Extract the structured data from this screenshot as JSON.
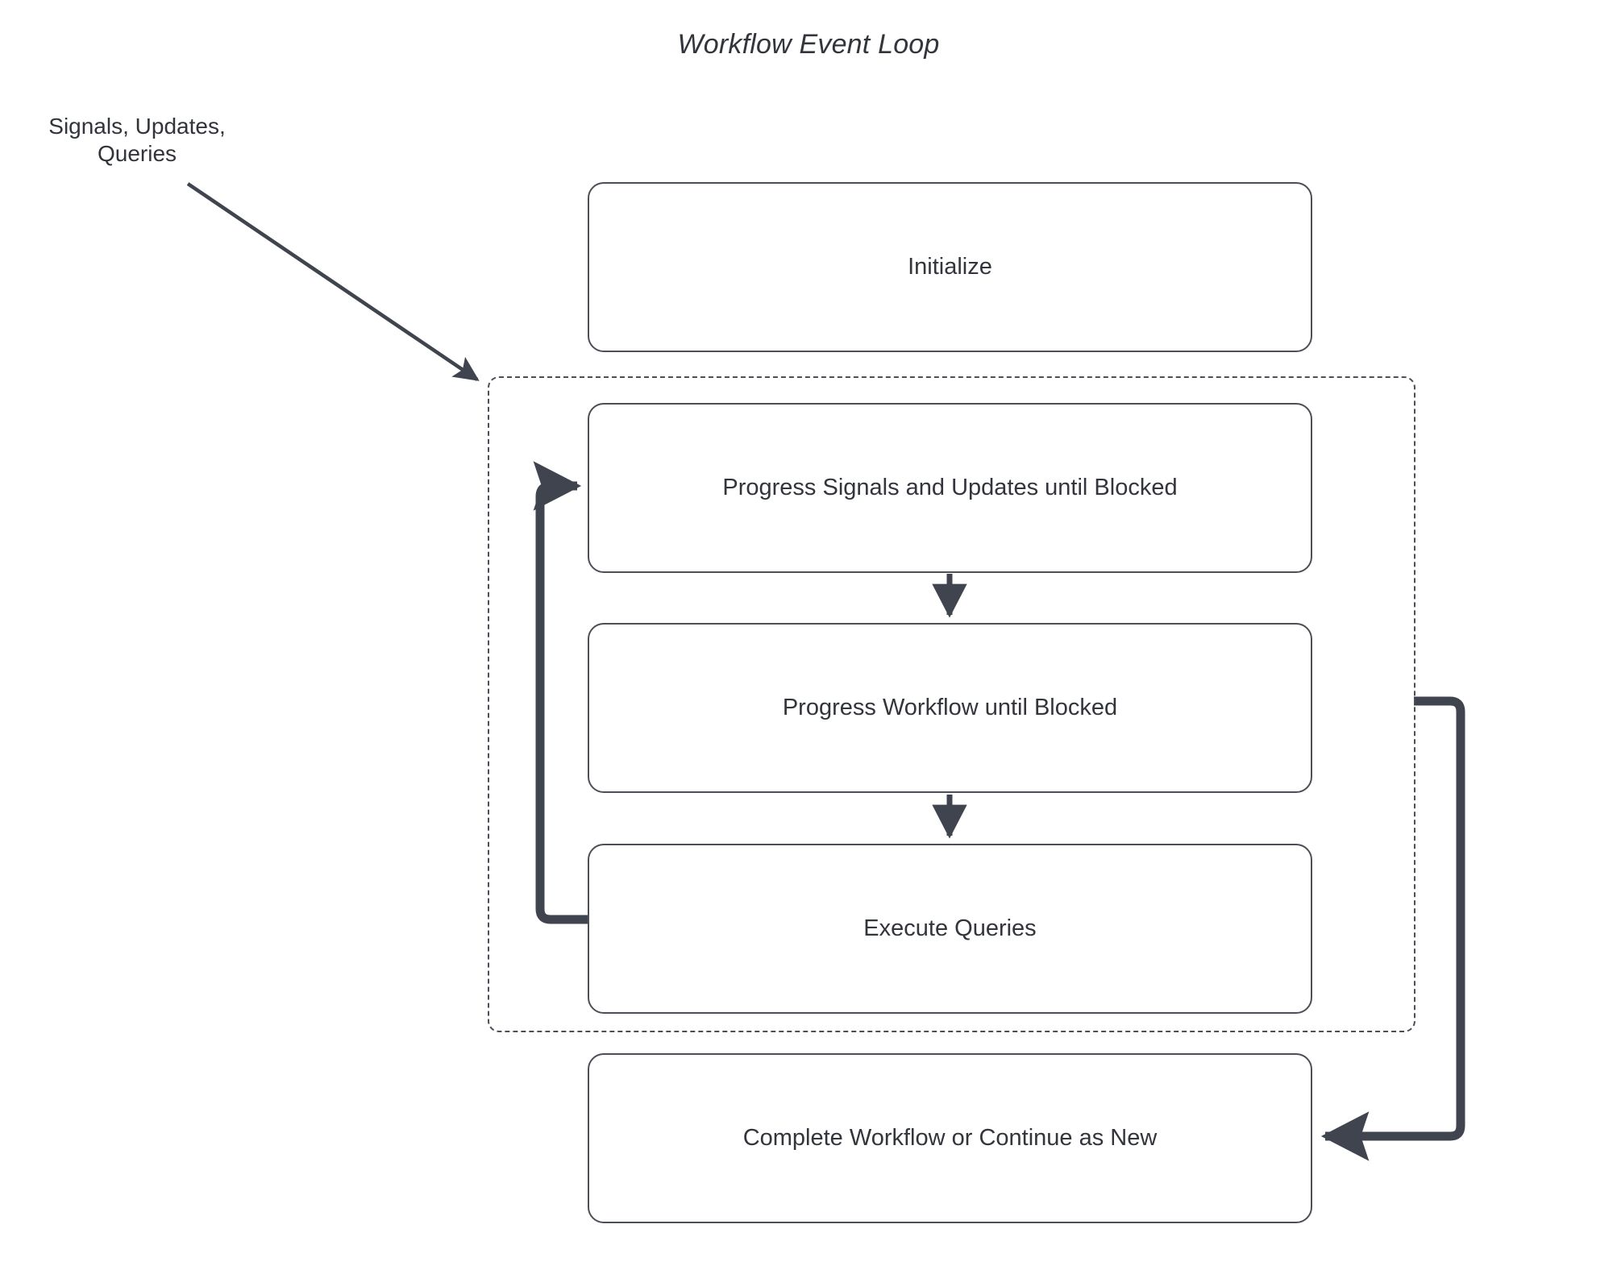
{
  "diagram": {
    "title": "Workflow Event Loop",
    "colors": {
      "background": "#ffffff",
      "node_stroke": "#4b4f56",
      "node_fill": "#ffffff",
      "text": "#32353b",
      "edge_thin": "#3f444f",
      "edge_thick": "#3f444f",
      "group_dashed_stroke": "#4a4f58"
    },
    "annotations": [
      {
        "id": "signals-updates-queries",
        "text": "Signals, Updates,\nQueries"
      }
    ],
    "group": {
      "id": "event-loop-group",
      "style": "dashed",
      "label": ""
    },
    "nodes": [
      {
        "id": "initialize",
        "label": "Initialize"
      },
      {
        "id": "progress-signals",
        "label": "Progress Signals and Updates until Blocked"
      },
      {
        "id": "progress-workflow",
        "label": "Progress Workflow until Blocked"
      },
      {
        "id": "execute-queries",
        "label": "Execute Queries"
      },
      {
        "id": "complete-workflow",
        "label": "Complete Workflow or Continue as New"
      }
    ],
    "edges": [
      {
        "id": "signals-to-group",
        "from": "signals-updates-queries",
        "to": "event-loop-group",
        "label": "",
        "style": "solid-thin-arrow"
      },
      {
        "id": "progress-signals-to-workflow",
        "from": "progress-signals",
        "to": "progress-workflow",
        "label": "",
        "style": "solid-arrow-down"
      },
      {
        "id": "progress-workflow-to-queries",
        "from": "progress-workflow",
        "to": "execute-queries",
        "label": "",
        "style": "solid-arrow-down"
      },
      {
        "id": "queries-loop-back",
        "from": "execute-queries",
        "to": "progress-signals",
        "label": "",
        "style": "thick-loop-left"
      },
      {
        "id": "group-to-complete",
        "from": "event-loop-group",
        "to": "complete-workflow",
        "label": "",
        "style": "thick-loop-right"
      }
    ]
  }
}
